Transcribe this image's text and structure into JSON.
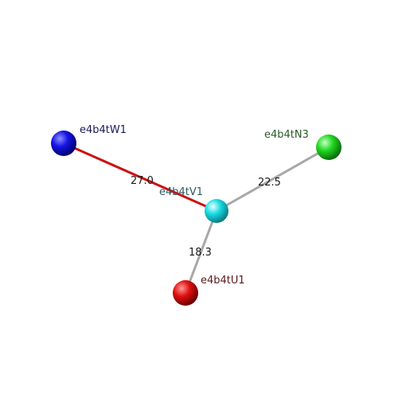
{
  "diagram": {
    "nodes": [
      {
        "id": "W1",
        "label": "e4b4tW1",
        "color": "#0a0adc",
        "label_color": "#1a1a5a"
      },
      {
        "id": "N3",
        "label": "e4b4tN3",
        "color": "#22cc22",
        "label_color": "#2a5a2a"
      },
      {
        "id": "V1",
        "label": "e4b4tV1",
        "color": "#16d8e0",
        "label_color": "#2a5a60"
      },
      {
        "id": "U1",
        "label": "e4b4tU1",
        "color": "#dd0a0a",
        "label_color": "#5a1a1a"
      }
    ],
    "edges": [
      {
        "from": "W1",
        "to": "V1",
        "label": "27.0",
        "color": "#cc1111"
      },
      {
        "from": "N3",
        "to": "V1",
        "label": "22.5",
        "color": "#a8a8a8"
      },
      {
        "from": "U1",
        "to": "V1",
        "label": "18.3",
        "color": "#a8a8a8"
      }
    ]
  }
}
